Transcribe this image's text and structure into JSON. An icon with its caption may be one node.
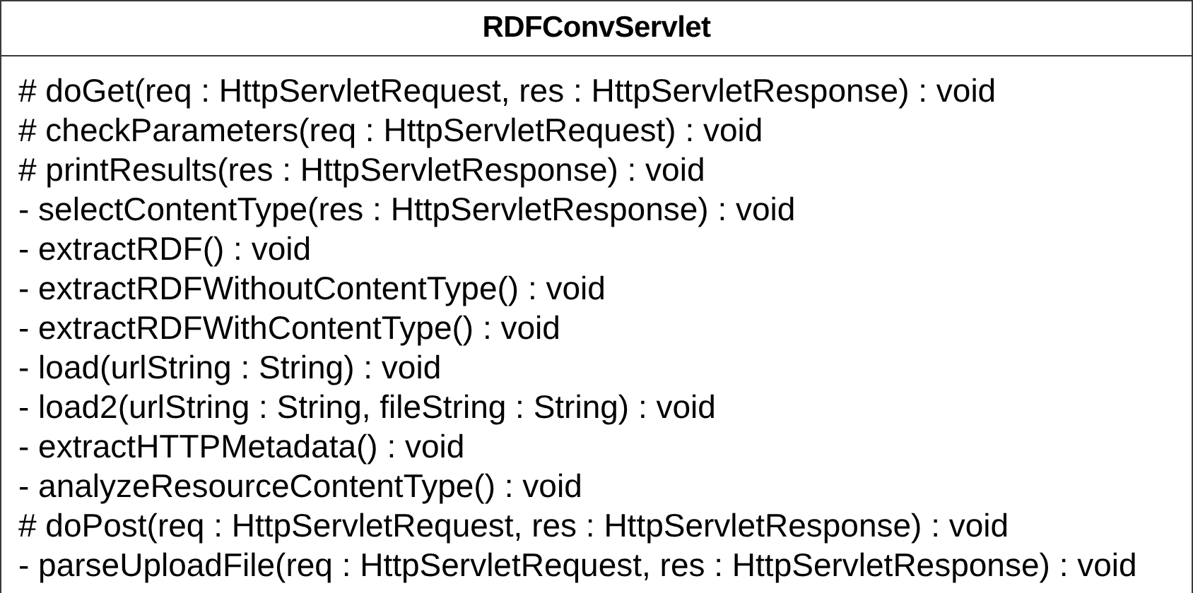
{
  "diagram": {
    "nodes": [
      {
        "text": [
          "RDFConvServlet",
          "# doGet(req : HttpServletRequest, res : HttpServletResponse) : void",
          "# checkParameters(req : HttpServletRequest) : void",
          "# printResults(res : HttpServletResponse) : void",
          "- selectContentType(res : HttpServletResponse) : void",
          "- extractRDF() : void",
          "- extractRDFWithoutContentType() : void",
          "- extractRDFWithContentType() : void",
          "- load(urlString : String) : void",
          "- load2(urlString : String, fileString : String) : void",
          "- extractHTTPMetadata() : void",
          "- analyzeResourceContentType() : void",
          "# doPost(req : HttpServletRequest, res : HttpServletResponse) : void",
          "- parseUploadFile(req : HttpServletRequest, res : HttpServletResponse) : void"
        ]
      }
    ]
  }
}
